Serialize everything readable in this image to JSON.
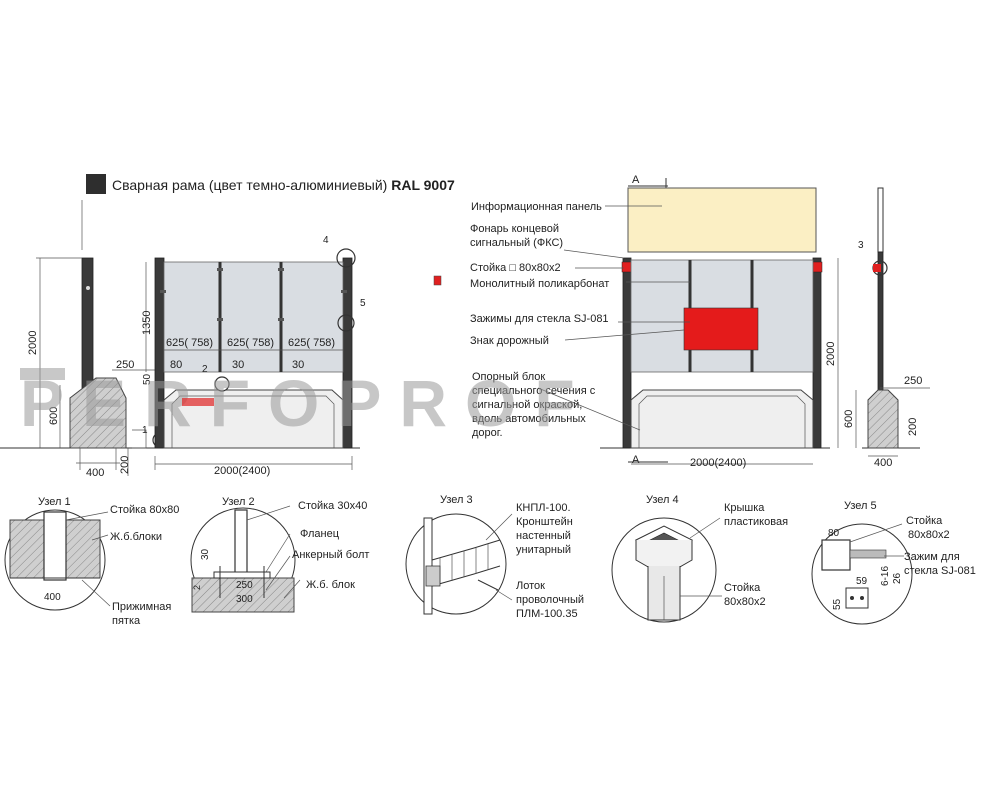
{
  "legend": {
    "frame_label_plain": "Сварная рама (цвет темно-алюминиевый)",
    "frame_label_bold": "RAL 9007",
    "frame_color": "#2e2e2e",
    "lamp_color": "#e02020"
  },
  "watermark": {
    "text": "PERFOPROF"
  },
  "left_view": {
    "dims": {
      "h2000": "2000",
      "h1350": "1350",
      "h600": "600",
      "h200": "200",
      "w400": "400",
      "w250": "250",
      "w80": "80",
      "w30a": "30",
      "w30b": "30",
      "h50": "50",
      "span": "2000(2400)",
      "p1": "625( 758)",
      "p2": "625( 758)",
      "p3": "625( 758)"
    },
    "callouts": [
      "1",
      "2",
      "4",
      "5"
    ]
  },
  "right_view": {
    "section_mark": "А",
    "section_mark_bottom": "А",
    "dims": {
      "h2000": "2000",
      "span": "2000(2400)"
    },
    "labels": {
      "info_panel": "Информационная панель",
      "lamp_line1": "Фонарь концевой",
      "lamp_line2": "сигнальный (ФКС)",
      "post": "Стойка □ 80х80х2",
      "polycarb": "Монолитный поликарбонат",
      "clamps": "Зажимы для  стекла SJ-081",
      "sign": "Знак дорожный",
      "block_line1": "Опорный блок",
      "block_line2": "специального сечения с",
      "block_line3": "сигнальной окраской,",
      "block_line4": "вдоль автомобильных",
      "block_line5": "дорог."
    },
    "panel_color": "#fbefc4",
    "sign_color": "#e41b1b"
  },
  "side_view": {
    "callout": "3",
    "dims": {
      "h2000": "2000",
      "h600": "600",
      "h200": "200",
      "w250": "250",
      "w400": "400"
    }
  },
  "details": [
    {
      "title": "Узел 1",
      "labels": [
        "Стойка 80х80",
        "Ж.б.блоки",
        "Прижимная",
        "пятка"
      ],
      "dims": [
        "400"
      ]
    },
    {
      "title": "Узел 2",
      "labels": [
        "Стойка 30х40",
        "Фланец",
        "Анкерный болт",
        "Ж.б. блок"
      ],
      "dims": [
        "30",
        "250",
        "300",
        "2"
      ]
    },
    {
      "title": "Узел 3",
      "labels": [
        "КНПЛ-100.",
        "Кронштейн",
        "настенный",
        "унитарный",
        "Лоток",
        "проволочный",
        "ПЛМ-100.35"
      ]
    },
    {
      "title": "Узел 4",
      "labels": [
        "Крышка",
        "пластиковая",
        "Стойка",
        "80х80х2"
      ]
    },
    {
      "title": "Узел 5",
      "labels": [
        "Стойка",
        "80х80х2",
        "Зажим для",
        "стекла SJ-081"
      ],
      "dims": [
        "80",
        "59",
        "55",
        "6-16",
        "26"
      ]
    }
  ]
}
